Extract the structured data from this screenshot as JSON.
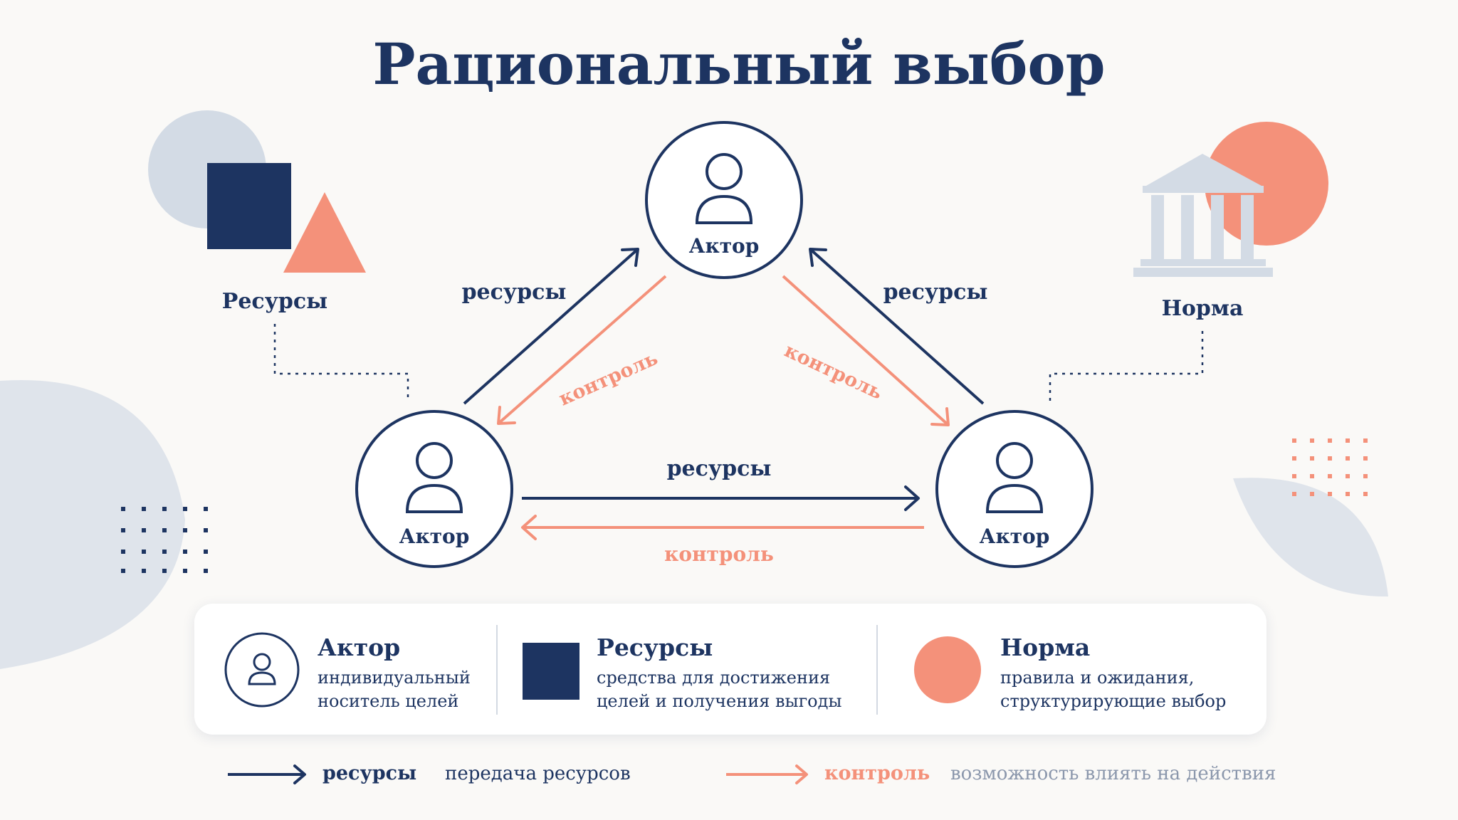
{
  "title": "Рациональный выбор",
  "nodes": {
    "top": "Актор",
    "left": "Актор",
    "right": "Актор"
  },
  "edges": {
    "left_to_top": "ресурсы",
    "top_to_left": "контроль",
    "right_to_top": "ресурсы",
    "top_to_right": "контроль",
    "left_to_right": "ресурсы",
    "right_to_left": "контроль"
  },
  "side_labels": {
    "resources": "Ресурсы",
    "norm": "Норма"
  },
  "legend": {
    "actor": {
      "title": "Актор",
      "desc": [
        "индивидуальный",
        "носитель целей"
      ]
    },
    "resources": {
      "title": "Ресурсы",
      "desc": [
        "средства для достижения",
        "целей и получения выгоды"
      ]
    },
    "norm": {
      "title": "Норма",
      "desc": [
        "правила и ожидания,",
        "структурирующие выбор"
      ]
    }
  },
  "arrow_legend": {
    "resources": {
      "term": "ресурсы",
      "desc": "передача ресурсов"
    },
    "control": {
      "term": "контроль",
      "desc": "возможность влиять на действия"
    }
  },
  "colors": {
    "navy": "#1d3461",
    "salmon": "#f4917a",
    "gray_blue": "#d3dbe5",
    "muted": "#8b97ac"
  }
}
